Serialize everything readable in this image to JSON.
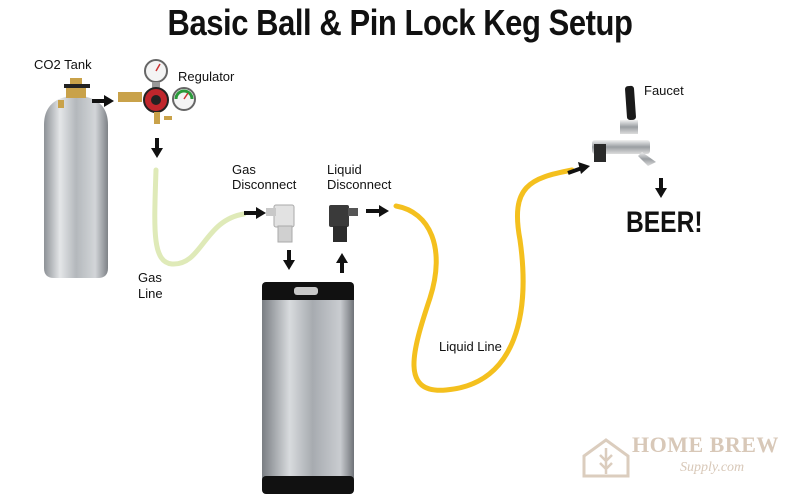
{
  "title": "Basic Ball & Pin Lock Keg Setup",
  "labels": {
    "co2_tank": "CO2 Tank",
    "regulator": "Regulator",
    "gas_disconnect_1": "Gas",
    "gas_disconnect_2": "Disconnect",
    "liquid_disconnect_1": "Liquid",
    "liquid_disconnect_2": "Disconnect",
    "gas_line_1": "Gas",
    "gas_line_2": "Line",
    "liquid_line": "Liquid Line",
    "faucet": "Faucet",
    "beer": "BEER!"
  },
  "logo": {
    "main": "HOME BREW",
    "sub": "Supply.com"
  },
  "colors": {
    "gas_line": "#dfeab8",
    "liquid_line": "#f4c01e",
    "arrow": "#111111",
    "steel": "#b8bcc0",
    "logo": "#d8c8b8"
  }
}
